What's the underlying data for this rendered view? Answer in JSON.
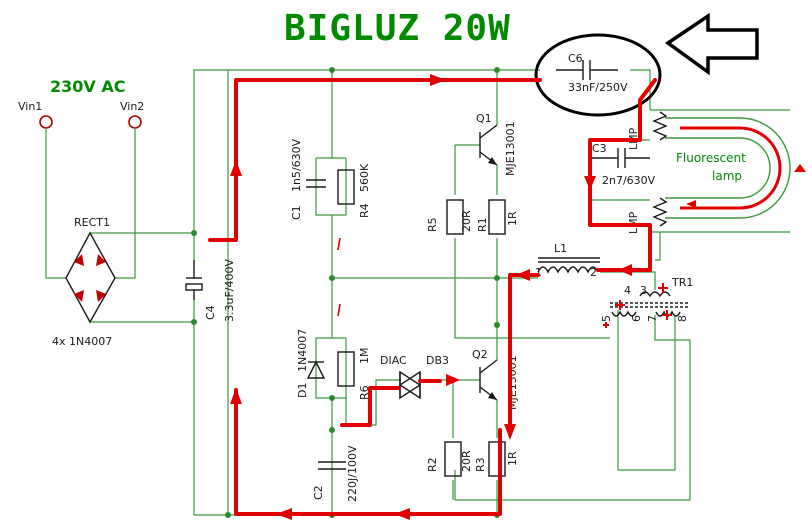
{
  "title": "BIGLUZ 20W",
  "supply": {
    "label": "230V AC",
    "vin1": "Vin1",
    "vin2": "Vin2"
  },
  "rectifier": {
    "name": "RECT1",
    "note": "4x 1N4007"
  },
  "components": {
    "c4": {
      "name": "C4",
      "value": "3.3uF/400V"
    },
    "c1": {
      "name": "C1",
      "value": "1n5/630V"
    },
    "r4": {
      "name": "R4",
      "value": "560K"
    },
    "d1": {
      "name": "D1",
      "value": "1N4007"
    },
    "r6": {
      "name": "R6",
      "value": "1M"
    },
    "c2": {
      "name": "C2",
      "value": "220J/100V"
    },
    "diac": {
      "name": "DIAC",
      "value": "DB3"
    },
    "q1": {
      "name": "Q1",
      "value": "MJE13001"
    },
    "q2": {
      "name": "Q2",
      "value": "MJE13001"
    },
    "r5": {
      "name": "R5",
      "value": "20R"
    },
    "r1": {
      "name": "R1",
      "value": "1R"
    },
    "r2": {
      "name": "R2",
      "value": "20R"
    },
    "r3": {
      "name": "R3",
      "value": "1R"
    },
    "c6": {
      "name": "C6",
      "value": "33nF/250V"
    },
    "c3": {
      "name": "C3",
      "value": "2n7/630V"
    },
    "l1": {
      "name": "L1"
    },
    "tr1": {
      "name": "TR1",
      "pins": [
        "1",
        "2",
        "3",
        "4",
        "5",
        "6",
        "7",
        "8"
      ]
    },
    "lamp": {
      "line1": "Fluorescent",
      "line2": "lamp",
      "lmp1": "LMP",
      "lmp2": "LMP"
    }
  },
  "colors": {
    "title": "#008a00",
    "wire": "#3a9a3a",
    "current_path": "#e00000",
    "component": "#1a1a1a"
  }
}
